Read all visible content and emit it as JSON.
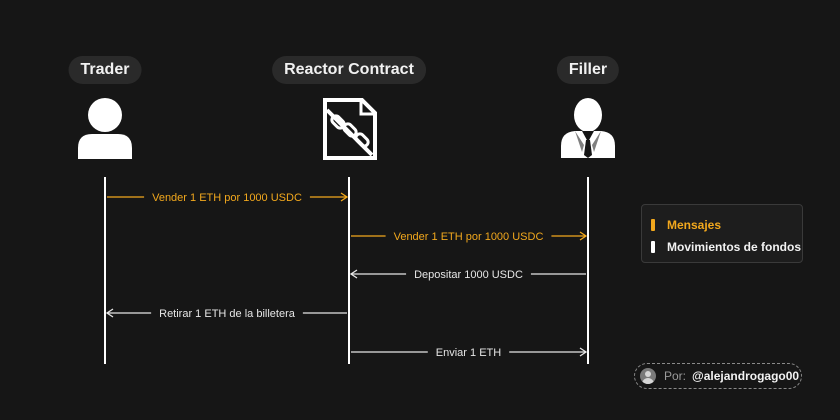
{
  "actors": [
    {
      "id": "trader",
      "label": "Trader",
      "icon": "user-icon"
    },
    {
      "id": "reactor",
      "label": "Reactor Contract",
      "icon": "contract-document-icon"
    },
    {
      "id": "filler",
      "label": "Filler",
      "icon": "businessman-icon"
    }
  ],
  "messages": [
    {
      "from": "trader",
      "to": "reactor",
      "label": "Vender 1 ETH por 1000 USDC",
      "kind": "message"
    },
    {
      "from": "reactor",
      "to": "filler",
      "label": "Vender 1 ETH por 1000 USDC",
      "kind": "message"
    },
    {
      "from": "filler",
      "to": "reactor",
      "label": "Depositar 1000 USDC",
      "kind": "funds"
    },
    {
      "from": "reactor",
      "to": "trader",
      "label": "Retirar 1 ETH de la billetera",
      "kind": "funds"
    },
    {
      "from": "reactor",
      "to": "filler",
      "label": "Enviar 1 ETH",
      "kind": "funds"
    }
  ],
  "legend": {
    "messages_label": "Mensajes",
    "funds_label": "Movimientos de fondos"
  },
  "author": {
    "prefix": "Por:",
    "handle": "@alejandrogago00"
  },
  "colors": {
    "background": "#161616",
    "message": "#f2a81d",
    "funds": "#e6e6e6",
    "lifeline": "#ffffff"
  }
}
